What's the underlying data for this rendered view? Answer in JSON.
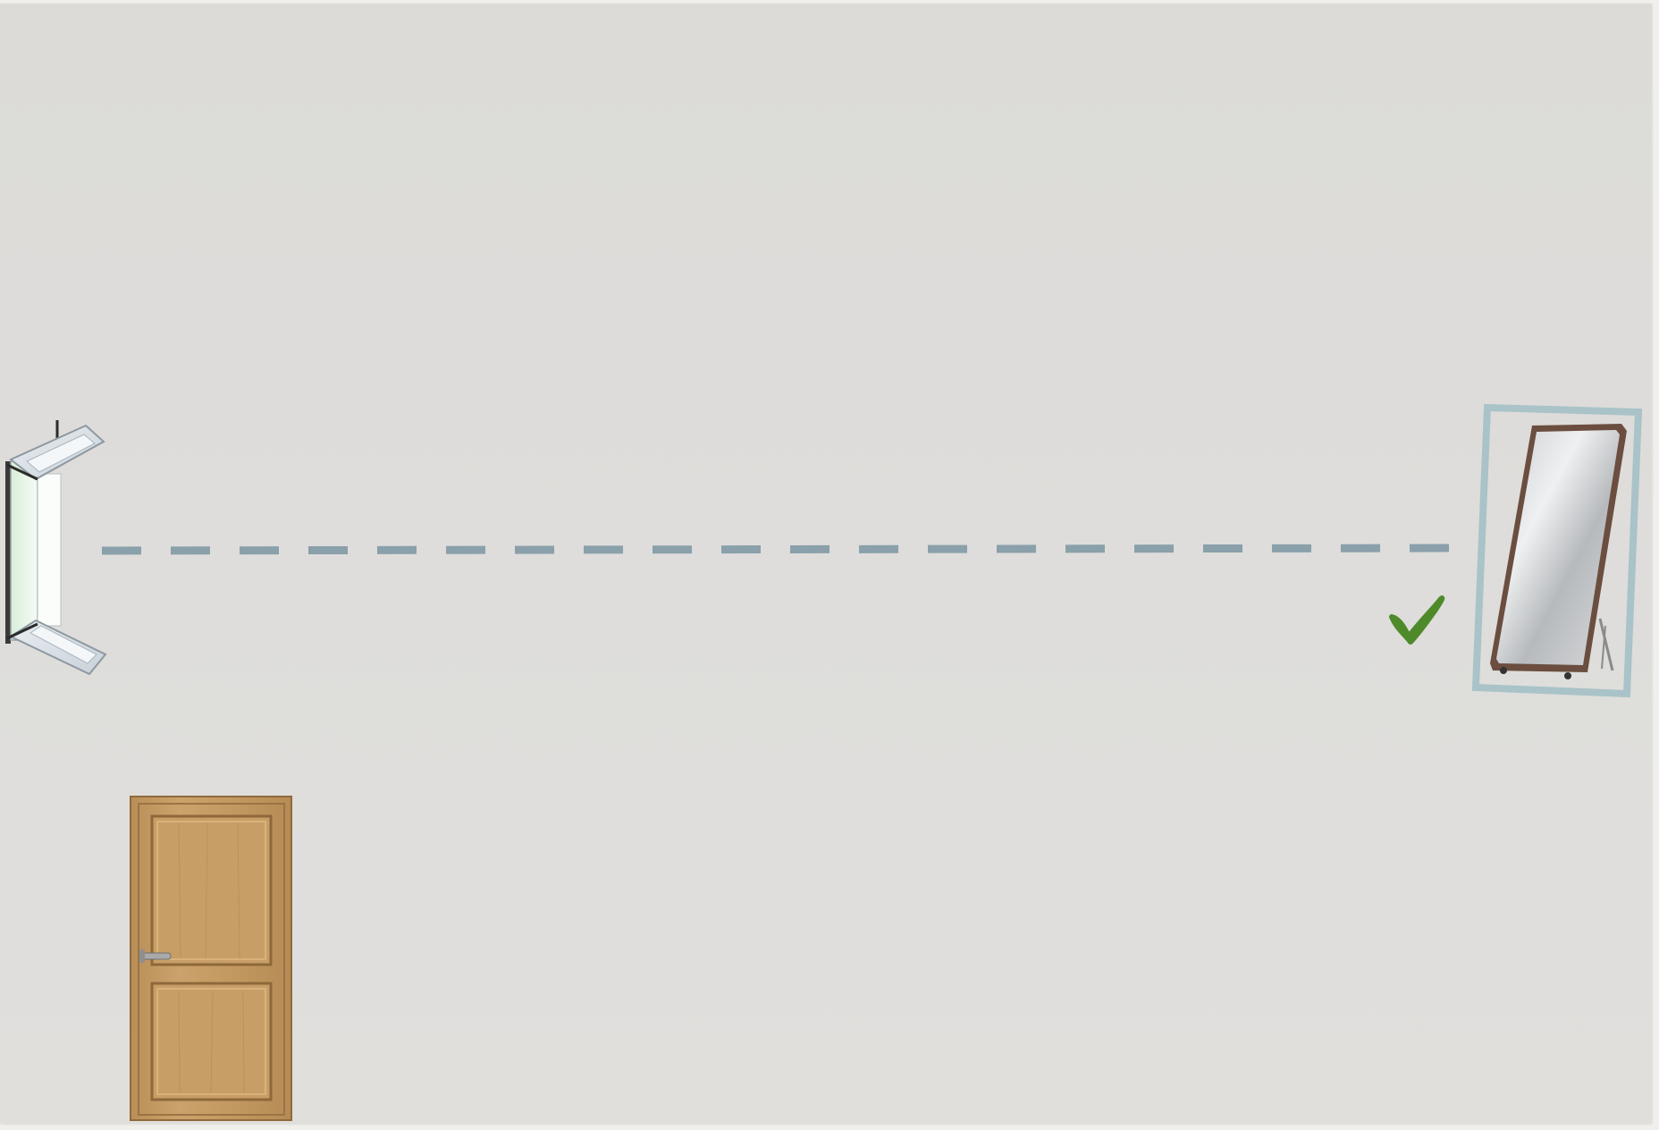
{
  "scene": {
    "items": [
      {
        "kind": "window",
        "icon": "open-window-icon"
      },
      {
        "kind": "mirror",
        "icon": "standing-mirror-icon",
        "highlighted": true
      },
      {
        "kind": "door",
        "icon": "wooden-door-icon"
      }
    ],
    "sightline": {
      "style": "dashed",
      "icon": "dashed-line"
    },
    "marker": {
      "icon": "checkmark-icon",
      "status": "correct"
    }
  },
  "colors": {
    "background": "#dddcd9",
    "dash": "#8aa0aa",
    "highlight_frame": "#a9c3c8",
    "checkmark": "#4f8a2a",
    "door_wood": "#c29a62",
    "mirror_frame": "#6b4e3f"
  }
}
